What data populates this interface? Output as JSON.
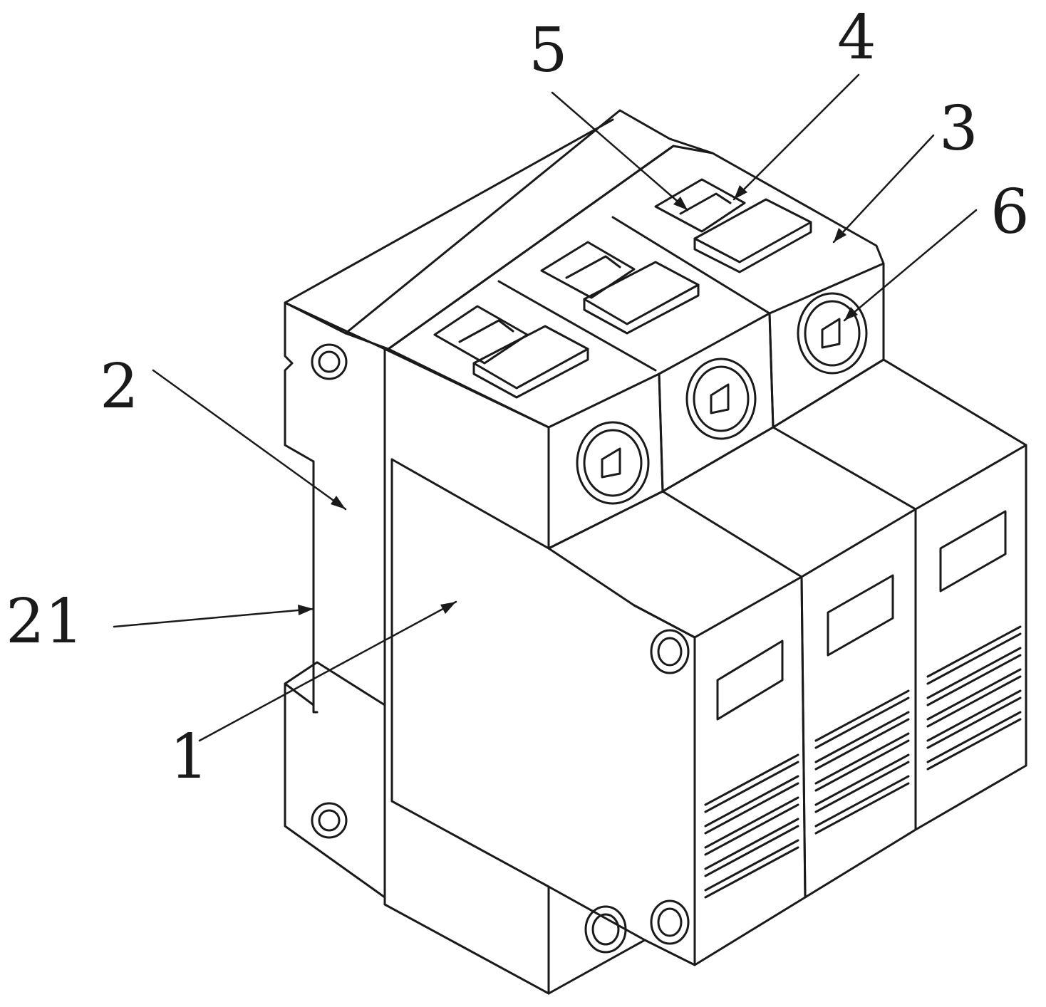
{
  "colors": {
    "stroke": "#1a1a1a",
    "paper": "#ffffff"
  },
  "callouts": [
    {
      "id": "5",
      "text": "5",
      "part": "switch-window"
    },
    {
      "id": "4",
      "text": "4",
      "part": "switch-lever"
    },
    {
      "id": "3",
      "text": "3",
      "part": "top-cover"
    },
    {
      "id": "6",
      "text": "6",
      "part": "terminal-screw"
    },
    {
      "id": "2",
      "text": "2",
      "part": "base-housing"
    },
    {
      "id": "21",
      "text": "21",
      "part": "din-rail-clip"
    },
    {
      "id": "1",
      "text": "1",
      "part": "front-module"
    }
  ]
}
